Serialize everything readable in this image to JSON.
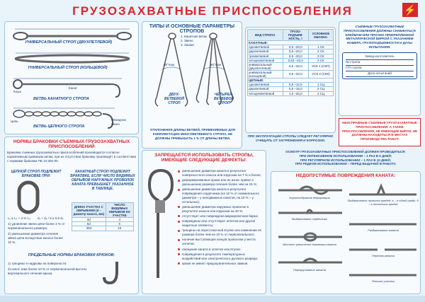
{
  "title": "ГРУЗОЗАХВАТНЫЕ   ПРИСПОСОБЛЕНИЯ",
  "slings_section": {
    "labels": {
      "universal_loop": "УНИВЕРСАЛЬНЫЙ СТРОП (ДВУХПЕТЛЕВОЙ)",
      "universal_ring": "УНИВЕРСАЛЬНЫЙ СТРОП (КОЛЬЦЕВОЙ)",
      "branch_rope": "ВЕТВЬ КАНАТНОГО СТРОПА",
      "branch_chain": "ВЕТВЬ ЦЕПНОГО СТРОПА",
      "koush": "Коуш",
      "kanat": "Канат",
      "tsep": "Цепь",
      "ovoid": "Овоидное звено",
      "L": "L"
    }
  },
  "types": {
    "header": "ТИПЫ И ОСНОВНЫЕ ПАРАМЕТРЫ СТРОПОВ",
    "legend": [
      "1. Канатная ветвь",
      "2. Звено",
      "3. Захват"
    ],
    "two_branch": "ДВУХ-ВЕТВЕВОЙ СТРОП",
    "four_branch": "ЧЕТЫРЕХ-ВЕТВЕВОЙ СТРОП",
    "angle": "90°max",
    "note": "ОТКЛОНЕНИЯ ДЛИНЫ ВЕТВЕЙ, ПРИМЕНЯЕМЫХ ДЛЯ КОМПЛЕКТАЦИИ МНОГОВЕТВЕВОГО СТРОПА, НЕ ДОЛЖНЫ ПРЕВЫШАТЬ 1 % ОТ ДЛИНЫ ВЕТВИ."
  },
  "sling_table": {
    "headers": [
      "ВИД СТРОПА",
      "ГРУЗО-ПОДЪЕМ-НОСТЬ, т",
      "УСЛОВНОЕ ОБОЗНА-"
    ],
    "group_rope": "КАНАТНЫЕ:",
    "rope_rows": [
      [
        "одноветвевой",
        "0,5 –20,0",
        "1 СК"
      ],
      [
        "двухветвевой",
        "0,5 –20,0",
        "2 СК"
      ],
      [
        "трехветвевой",
        "0,5 –20,0",
        "3 СК"
      ],
      [
        "четырехветвевой",
        "0,63 –32,0",
        "4 СК"
      ],
      [
        "универсальный (двухпетлевой)",
        "0,5 –32,0",
        "УСК 1 (СКП)"
      ],
      [
        "универсальный (кольцевой)",
        "0,5 –32,0",
        "УСК 2 (СКК)"
      ]
    ],
    "group_chain": "ЦЕПНЫЕ:",
    "chain_rows": [
      [
        "одноветвевой",
        "0,5 –12,5",
        "1 СЦ"
      ],
      [
        "двухветвевой",
        "0,5 –16,0",
        "2 СЦ"
      ],
      [
        "четырехветвевой",
        "1,0 –25,0",
        "4 СЦ"
      ]
    ],
    "note": "ПРИ ЭКСПЛУАТАЦИИ СТРОПЫ СЛЕДУЕТ РЕГУЛЯРНО ОЧИЩАТЬ ОТ ЗАГРЯЗНЕНИЯ И КОРРОЗИИ."
  },
  "tag": {
    "text": "СЪЕМНЫЕ ГРУЗОЗАХВАТНЫЕ ПРИСПОСОБЛЕНИЯ ДОЛЖНЫ СНАБЖАТЬСЯ КЛЕЙМОМ ИЛИ ПРОЧНО ПРИКРЕПЛЕННОЙ МЕТАЛЛИЧЕСКОЙ БИРКОЙ С УКАЗАНИЕМ НОМЕРА, ГРУЗОПОДЪЕМНОСТИ И ДАТЫ ИСПЫТАНИЯ.",
    "fields": [
      "Завод-изготовитель",
      "№ стропа",
      "Г/П стропа",
      "Дата испытаний"
    ],
    "unit": "т"
  },
  "warning": "НЕИСПРАВНЫЕ СЪЕМНЫЕ ГРУЗОЗАХВАТНЫЕ ПРИСПОСОБЛЕНИЯ, А ТАКЖЕ ПРИСПОСОБЛЕНИЯ, НЕ ИМЕЮЩИЕ БИРОК, НЕ ДОЛЖНЫ НАХОДИТЬСЯ В МЕСТАХ ПРОИЗВОДСТВА РАБОТ.",
  "rejection": {
    "header": "НОРМЫ БРАКОВКИ СЪЕМНЫХ ГРУЗОЗАХВАТНЫХ ПРИСПОСОБЛЕНИЙ",
    "intro": "Браковка съемных грузозахватных приспособлений производится согласно нормативным правовым актам, при их отсутствии браковку производят в соответствии с нормами браковки ПБ 10-382-00.",
    "chain_title": "ЦЕПНОЙ СТРОП ПОДЛЕЖИТ БРАКОВКЕ ПРИ:",
    "formula1": "L₁ ≤ L₀ + 3 % L₀",
    "formula2": "d₁ + d₂ / 2 ≤ 0,9 d₀",
    "chain_items": [
      "1) удлинение звена цепи более 3 % от первоначального размера;",
      "2) уменьшение диаметра сечения звена цепи вследствие износа более 10 %."
    ],
    "rope_title": "КАНАТНЫЙ СТРОП ПОДЛЕЖИТ БРАКОВКЕ, ЕСЛИ ЧИСЛО ВИДИМЫХ ОБРЫВОВ НАРУЖНЫХ ПРОВОЛОК КАНАТА ПРЕВЫШАЕТ УКАЗАННОЕ В ТАБЛИЦЕ.",
    "rope_table_headers": [
      "ДЛИНА УЧАСТКА С ОБРЫВАМИ (d – диаметр каната, мм)",
      "ЧИСЛО ВИДИМЫХ ОБРЫВОВ НА УЧАСТКЕ"
    ],
    "rope_table_rows": [
      [
        "3d",
        "4"
      ],
      [
        "6d",
        "6"
      ],
      [
        "30d",
        "16"
      ]
    ],
    "hook_title": "ПРЕДЕЛЬНЫЕ НОРМЫ БРАКОВКИ КРЮКОВ:",
    "hook_items": [
      "1) трещины и надрывы на поверхности;",
      "2) износ зева более 10 % от первоначальной высоты вертикального сечения крюка."
    ]
  },
  "forbidden": {
    "header": "ЗАПРЕЩАЕТСЯ ИСПОЛЬЗОВАТЬ СТРОПЫ, ИМЕЮЩИЕ СЛЕДУЮЩИЕ ДЕФЕКТЫ:",
    "items": [
      "уменьшение диаметра каната в результате поверхностного износа или коррозии на 7 % и более;",
      "деформированные крюки или их износ привел к уменьшению размера сечения более чем на 15 %;",
      "уменьшение диаметра каната в результате повреждения сердечника (на 10 % от номинального диаметра – у неподвижных канатов, на 10 % – у остальных);",
      "уменьшение диаметра наружных проволок в результате износа или коррозии на 40 %;",
      "отсутствует или повреждена маркировочная бирка;",
      "повреждены или отсутствуют оплетки или другие защитные элементы;",
      "трещины на опрессовочной втулке или изменение ее размера более чем на 10 % от первоначального;",
      "наличие выступающих концов проволоки у места оплетки;",
      "смещение каната в оплетке или втулке;",
      "повреждения в результате температурных воздействий или электрического дугового разряда;",
      "крюки не имеют предохранительных замков."
    ]
  },
  "inspection": {
    "text1": "ОСМОТР ГРУЗОЗАХВАТНЫХ ПРИСПОСОБЛЕНИЙ ДОЛЖЕН ПРОВОДИТЬСЯ:",
    "text2": "ПРИ ИНТЕНСИВНОМ ИСПОЛЬЗОВАНИИ – 1 РАЗ В 5 ДНЕЙ;",
    "text3": "ПРИ РЕГУЛЯРНОМ ИСПОЛЬЗОВАНИИ – 1 РАЗ В 10 ДНЕЙ;",
    "text4": "ПРИ РЕДКОМ ИСПОЛЬЗОВАНИИ – ПЕРЕД ВЫДАЧЕЙ В РАБОТУ."
  },
  "damage": {
    "header": "НЕДОПУСТИМЫЕ ПОВРЕЖДЕНИЯ КАНАТА:",
    "captions": [
      "Корзинообразная деформация",
      "Выдавливание проволок прядей: а – в одной пряди, б – в нескольких прядях",
      "Выдавливание сердечника",
      "Раздавливание каната",
      "Местное увеличение диаметра каната",
      "Перелом каната",
      "Перекручивание каната",
      "Плоские участки"
    ]
  },
  "colors": {
    "red": "#d7262e",
    "blue": "#1b4f8f",
    "bg": "#e9f3fa"
  }
}
